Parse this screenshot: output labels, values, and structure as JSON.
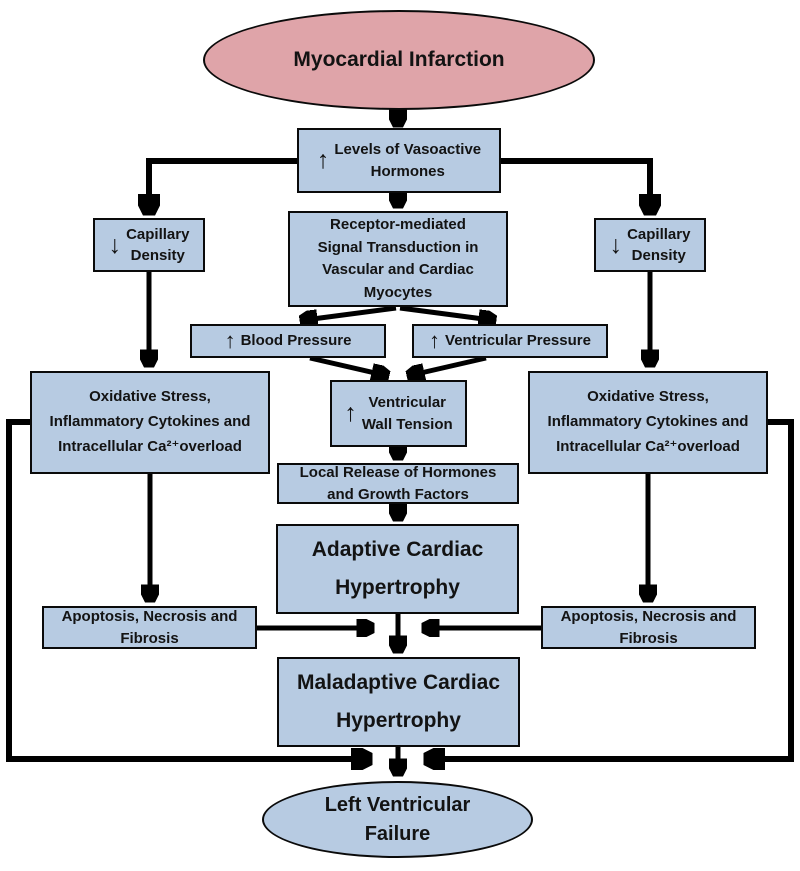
{
  "colors": {
    "node_fill": "#b7cbe2",
    "node_border": "#0a0a0a",
    "start_fill": "#dfa4a9",
    "end_fill": "#b7cbe2",
    "connector": "#000000",
    "text": "#131313",
    "page_bg": "#ffffff"
  },
  "nodes": {
    "myocardial_infarction": {
      "lines": [
        "Myocardial Infarction"
      ]
    },
    "vasoactive_hormones": {
      "arrow": "↑",
      "lines": [
        "Levels of Vasoactive",
        "Hormones"
      ]
    },
    "capillary_density_left": {
      "arrow": "↓",
      "lines": [
        "Capillary",
        "Density"
      ]
    },
    "capillary_density_right": {
      "arrow": "↓",
      "lines": [
        "Capillary",
        "Density"
      ]
    },
    "receptor_signal": {
      "lines": [
        "Receptor-mediated",
        "Signal Transduction in",
        "Vascular and Cardiac",
        "Myocytes"
      ]
    },
    "blood_pressure": {
      "arrow": "↑",
      "lines": [
        "Blood Pressure"
      ]
    },
    "ventricular_pressure": {
      "arrow": "↑",
      "lines": [
        "Ventricular Pressure"
      ]
    },
    "oxidative_left": {
      "lines": [
        "Oxidative Stress,",
        "Inflammatory Cytokines and",
        "Intracellular Ca²⁺overload"
      ]
    },
    "oxidative_right": {
      "lines": [
        "Oxidative Stress,",
        "Inflammatory Cytokines and",
        "Intracellular Ca²⁺overload"
      ]
    },
    "wall_tension": {
      "arrow": "↑",
      "lines": [
        "Ventricular",
        "Wall Tension"
      ]
    },
    "local_release": {
      "lines": [
        "Local Release of Hormones",
        "and Growth Factors"
      ]
    },
    "adaptive_hypertrophy": {
      "lines": [
        "Adaptive Cardiac",
        "Hypertrophy"
      ]
    },
    "apoptosis_left": {
      "lines": [
        "Apoptosis, Necrosis and",
        "Fibrosis"
      ]
    },
    "apoptosis_right": {
      "lines": [
        "Apoptosis, Necrosis and",
        "Fibrosis"
      ]
    },
    "maladaptive_hypertrophy": {
      "lines": [
        "Maladaptive Cardiac",
        "Hypertrophy"
      ]
    },
    "lv_failure": {
      "lines": [
        "Left Ventricular",
        "Failure"
      ]
    }
  }
}
